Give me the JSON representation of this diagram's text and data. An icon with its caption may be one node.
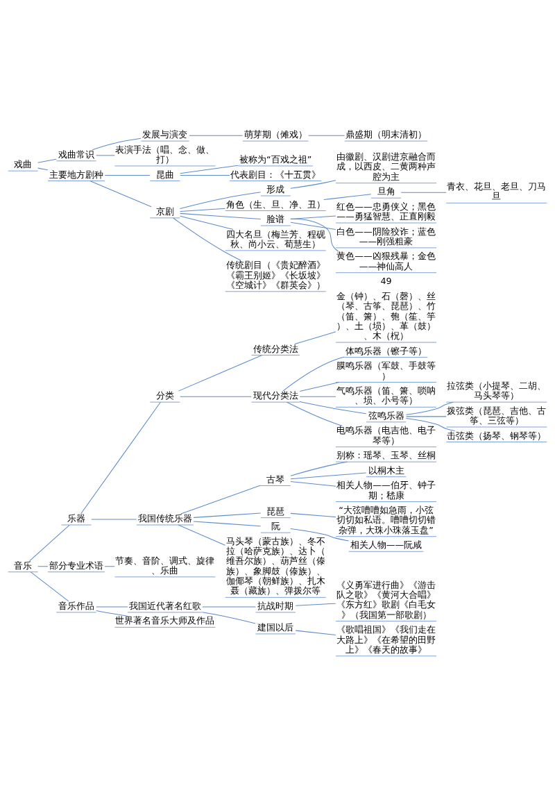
{
  "diagram": {
    "nodes": [
      {
        "text": [
          "音乐"
        ]
      },
      {
        "text": [
          "乐器"
        ]
      },
      {
        "text": [
          "分类"
        ]
      },
      {
        "text": [
          "传统分类法"
        ]
      },
      {
        "text": [
          "金（钟）、石（磬）、丝（琴、古筝、琵琶）、竹（笛、箫）、匏（笙、竽）、土（埙）、革（鼓）、木（柷）"
        ]
      },
      {
        "text": [
          "现代分类法"
        ]
      },
      {
        "text": [
          "体鸣乐器（镲子等）"
        ]
      },
      {
        "text": [
          "膜鸣乐器（军鼓、手鼓等）"
        ]
      },
      {
        "text": [
          "气鸣乐器（笛、箫、唢呐、埙、小号等）"
        ]
      },
      {
        "text": [
          "弦鸣乐器"
        ]
      },
      {
        "text": [
          "拉弦类（小提琴、二胡、马头琴等）"
        ]
      },
      {
        "text": [
          "拨弦类（琵琶、吉他、古筝、三弦等）"
        ]
      },
      {
        "text": [
          "击弦类（扬琴、钢琴等）"
        ]
      },
      {
        "text": [
          "电鸣乐器（电吉他、电子琴等）"
        ]
      },
      {
        "text": [
          "我国传统乐器"
        ]
      },
      {
        "text": [
          "古琴"
        ]
      },
      {
        "text": [
          "别称：瑶琴、玉琴、丝桐"
        ]
      },
      {
        "text": [
          "以桐木主"
        ]
      },
      {
        "text": [
          "相关人物——伯牙、钟子期；嵇康"
        ]
      },
      {
        "text": [
          "琵琶"
        ]
      },
      {
        "text": [
          "“大弦嘈嘈如急雨，小弦切切如私语。嘈嘈切切错杂弹，大珠小珠落玉盘”"
        ]
      },
      {
        "text": [
          "阮"
        ]
      },
      {
        "text": [
          "相关人物——阮咸"
        ]
      },
      {
        "text": [
          "马头琴（蒙古族）、冬不拉（哈萨克族）、达卜（维吾尔族）、葫芦丝（傣族）、象脚鼓（傣族）、伽倻琴（朝鲜族）、扎木聂（藏族）、弹拨尔等"
        ]
      },
      {
        "text": [
          "部分专业术语"
        ]
      },
      {
        "text": [
          "节奏、音阶、调式、旋律、乐曲"
        ]
      },
      {
        "text": [
          "音乐作品"
        ]
      },
      {
        "text": [
          "我国近代著名红歌"
        ]
      },
      {
        "text": [
          "抗战时期"
        ]
      },
      {
        "text": [
          "《义勇军进行曲》《游击队之歌》《黄河大合唱》《东方红》歌剧《白毛女》（我国第一部歌剧）"
        ]
      },
      {
        "text": [
          "建国以后"
        ]
      },
      {
        "text": [
          "《歌唱祖国》《我们走在大路上》《在希望的田野上》《春天的故事》"
        ]
      },
      {
        "text": [
          "世界著名音乐大师及作品"
        ]
      },
      {
        "text": [
          "戏曲"
        ]
      },
      {
        "text": [
          "戏曲常识"
        ]
      },
      {
        "text": [
          "发展与演变"
        ]
      },
      {
        "text": [
          "萌芽期（傩戏）"
        ]
      },
      {
        "text": [
          "鼎盛期（明末清初）"
        ]
      },
      {
        "text": [
          "表演手法（唱、念、做、打）"
        ]
      },
      {
        "text": [
          "主要地方剧种"
        ]
      },
      {
        "text": [
          "昆曲"
        ]
      },
      {
        "text": [
          "被称为“百戏之祖”"
        ]
      },
      {
        "text": [
          "代表剧目：《十五贯》"
        ]
      },
      {
        "text": [
          "京剧"
        ]
      },
      {
        "text": [
          "形成"
        ]
      },
      {
        "text": [
          "由徽剧、汉剧进京融合而成，以西皮、二黄两种声腔为主"
        ]
      },
      {
        "text": [
          "角色（生、旦、净、丑）"
        ]
      },
      {
        "text": [
          "旦角"
        ]
      },
      {
        "text": [
          "青衣、花旦、老旦、刀马旦"
        ]
      },
      {
        "text": [
          "脸谱"
        ]
      },
      {
        "text": [
          "红色——忠勇侠义；黑色——勇猛智慧、正直刚毅"
        ]
      },
      {
        "text": [
          "白色——阴险狡诈；蓝色——刚强粗豪"
        ]
      },
      {
        "text": [
          "黄色——凶狠残暴；金色——神仙高人"
        ]
      },
      {
        "text": [
          "四大名旦（梅兰芳、程砚秋、尚小云、荀慧生）"
        ]
      },
      {
        "text": [
          "传统剧目（《贵妃醉酒》《霸王别姬》《长坂坡》《空城计》《群英会》）"
        ]
      }
    ],
    "edges": [
      {
        "from": 0,
        "to": 1,
        "arrow": "none"
      },
      {
        "from": 1,
        "to": 2,
        "arrow": "none"
      },
      {
        "from": 2,
        "to": 3,
        "arrow": "none"
      },
      {
        "from": 3,
        "to": 4,
        "arrow": "none"
      },
      {
        "from": 2,
        "to": 5,
        "arrow": "none"
      },
      {
        "from": 5,
        "to": 6,
        "arrow": "none"
      },
      {
        "from": 5,
        "to": 7,
        "arrow": "none"
      },
      {
        "from": 5,
        "to": 8,
        "arrow": "none"
      },
      {
        "from": 5,
        "to": 9,
        "arrow": "none"
      },
      {
        "from": 9,
        "to": 10,
        "arrow": "none"
      },
      {
        "from": 9,
        "to": 11,
        "arrow": "none"
      },
      {
        "from": 9,
        "to": 12,
        "arrow": "none"
      },
      {
        "from": 5,
        "to": 13,
        "arrow": "none"
      },
      {
        "from": 1,
        "to": 14,
        "arrow": "none"
      },
      {
        "from": 14,
        "to": 15,
        "arrow": "none"
      },
      {
        "from": 15,
        "to": 16,
        "arrow": "none"
      },
      {
        "from": 15,
        "to": 17,
        "arrow": "none"
      },
      {
        "from": 15,
        "to": 18,
        "arrow": "none"
      },
      {
        "from": 14,
        "to": 19,
        "arrow": "none"
      },
      {
        "from": 19,
        "to": 20,
        "arrow": "none"
      },
      {
        "from": 14,
        "to": 21,
        "arrow": "none"
      },
      {
        "from": 21,
        "to": 22,
        "arrow": "none"
      },
      {
        "from": 14,
        "to": 23,
        "arrow": "none"
      },
      {
        "from": 0,
        "to": 24,
        "arrow": "none"
      },
      {
        "from": 24,
        "to": 25,
        "arrow": "none"
      },
      {
        "from": 0,
        "to": 26,
        "arrow": "none"
      },
      {
        "from": 26,
        "to": 27,
        "arrow": "none"
      },
      {
        "from": 27,
        "to": 28,
        "arrow": "none"
      },
      {
        "from": 28,
        "to": 29,
        "arrow": "none"
      },
      {
        "from": 27,
        "to": 30,
        "arrow": "none"
      },
      {
        "from": 30,
        "to": 31,
        "arrow": "none"
      },
      {
        "from": 26,
        "to": 32,
        "arrow": "none"
      },
      {
        "from": 33,
        "to": 34,
        "arrow": "none"
      },
      {
        "from": 34,
        "to": 35,
        "arrow": "none"
      },
      {
        "from": 35,
        "to": 36,
        "arrow": "none"
      },
      {
        "from": 36,
        "to": 37,
        "arrow": "none"
      },
      {
        "from": 34,
        "to": 38,
        "arrow": "none"
      },
      {
        "from": 33,
        "to": 39,
        "arrow": "none"
      },
      {
        "from": 39,
        "to": 40,
        "arrow": "none"
      },
      {
        "from": 40,
        "to": 41,
        "arrow": "none"
      },
      {
        "from": 40,
        "to": 42,
        "arrow": "none"
      },
      {
        "from": 39,
        "to": 43,
        "arrow": "none"
      },
      {
        "from": 43,
        "to": 44,
        "arrow": "none"
      },
      {
        "from": 44,
        "to": 45,
        "arrow": "none"
      },
      {
        "from": 43,
        "to": 46,
        "arrow": "none"
      },
      {
        "from": 46,
        "to": 47,
        "arrow": "none"
      },
      {
        "from": 47,
        "to": 48,
        "arrow": "none"
      },
      {
        "from": 43,
        "to": 49,
        "arrow": "none"
      },
      {
        "from": 49,
        "to": 50,
        "arrow": "none"
      },
      {
        "from": 49,
        "to": 51,
        "arrow": "none"
      },
      {
        "from": 49,
        "to": 52,
        "arrow": "none"
      },
      {
        "from": 43,
        "to": 53,
        "arrow": "none"
      },
      {
        "from": 43,
        "to": 54,
        "arrow": "none"
      }
    ],
    "labels": [
      "49"
    ]
  }
}
